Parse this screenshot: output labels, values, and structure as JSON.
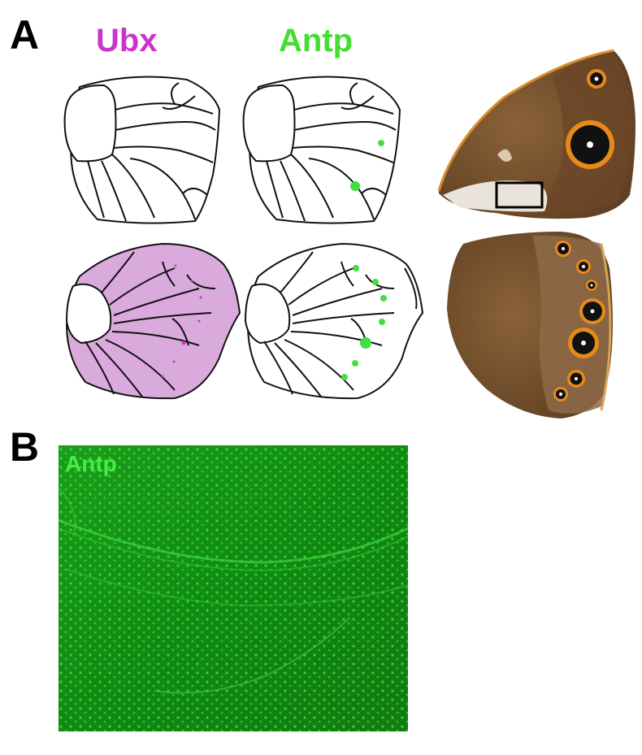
{
  "panels": {
    "a": {
      "letter": "A",
      "genes": [
        {
          "name": "Ubx",
          "color": "#cc33cc"
        },
        {
          "name": "Antp",
          "color": "#44dd33"
        }
      ]
    },
    "b": {
      "letter": "B",
      "image_label": "Antp"
    }
  },
  "colors": {
    "ubx_stain": "#d9aadb",
    "antp_spot": "#44dd44",
    "ubx_spot": "#cc33cc",
    "wing_brown": "#7a5330",
    "eyespot_ring": "#e88a1a",
    "fluorescence": "#1aa81a"
  }
}
